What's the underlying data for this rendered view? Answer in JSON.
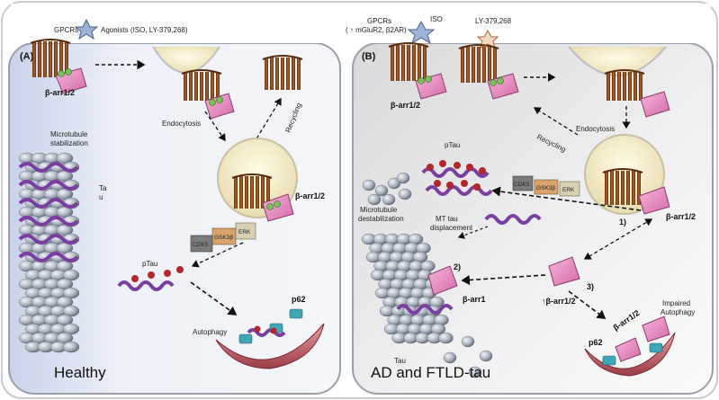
{
  "panel_a": {
    "tag": "(A)",
    "gpcrs": "GPCRs",
    "agonists": "Agonists (ISO, LY-379,268)",
    "barr": "β-arr1/2",
    "endocytosis": "Endocytosis",
    "recycling": "Recycling",
    "microtubule_1": "Microtubule",
    "microtubule_2": "stabilization",
    "tau_1": "Ta",
    "tau_2": "u",
    "barr2": "β-arr1/2",
    "kinase_cdk5": "CDK5",
    "kinase_gsk3b": "GSK3β",
    "kinase_erk": "ERK",
    "ptau": "pTau",
    "p62": "p62",
    "autophagy": "Autophagy",
    "state": "Healthy"
  },
  "panel_b": {
    "tag": "(B)",
    "gpcrs": "GPCRs",
    "gpcrs_sub": "( ↑ mGluR2, β2AR)",
    "iso": "ISO",
    "ly": "LY-379,268",
    "barr": "β-arr1/2",
    "endocytosis": "Endocytosis",
    "recycling": "Recycling",
    "ptau": "pTau",
    "kinase_cdk5": "CDK5",
    "kinase_gsk3b": "GSK3β",
    "kinase_erk": "ERK",
    "barr_right": "β-arr1/2",
    "mt_destab_1": "Microtubule",
    "mt_destab_2": "destabilization",
    "mt_disp_1": "MT tau",
    "mt_disp_2": "displacement",
    "step1": "1)",
    "step2": "2)",
    "step3": "3)",
    "barr1": "β-arr1",
    "barr_up": "↑β-arr1/2",
    "tau": "Tau",
    "impaired_1": "Impaired",
    "impaired_2": "Autophagy",
    "p62": "p62",
    "barr_diag": "β-arr1/2",
    "state": "AD and FTLD-tau"
  },
  "colors": {
    "gpcr": "#8a4a1c",
    "barr": "#e58bc0",
    "tau_purple": "#7a3fa0",
    "tubulin": "#9aa4b2",
    "vesicle": "#f6efc8",
    "phospho": "#b2272c",
    "autophagosome": "#c9606a"
  }
}
